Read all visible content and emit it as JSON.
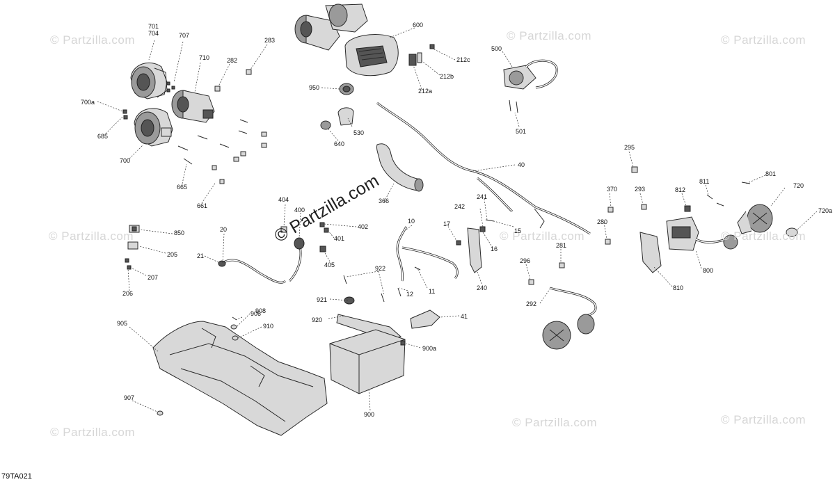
{
  "watermark": {
    "text": "© Partzilla.com",
    "center_text": "© Partzilla.com"
  },
  "drawing_code": "79TA021",
  "labels": {
    "l701": "701",
    "l704": "704",
    "l707": "707",
    "l710": "710",
    "l282": "282",
    "l283": "283",
    "l700a": "700a",
    "l685": "685",
    "l700": "700",
    "l665": "665",
    "l661": "661",
    "l600": "600",
    "l212c": "212c",
    "l212b": "212b",
    "l212a": "212a",
    "l950": "950",
    "l530": "530",
    "l640": "640",
    "l500": "500",
    "l501": "501",
    "l40": "40",
    "l366": "366",
    "l295": "295",
    "l293": "293",
    "l370": "370",
    "l280": "280",
    "l812": "812",
    "l811": "811",
    "l801": "801",
    "l720": "720",
    "l720a": "720a",
    "l800": "800",
    "l810": "810",
    "l850": "850",
    "l205": "205",
    "l207": "207",
    "l206": "206",
    "l20": "20",
    "l21": "21",
    "l404": "404",
    "l400": "400",
    "l402": "402",
    "l401": "401",
    "l405": "405",
    "l10": "10",
    "l17": "17",
    "l241": "241",
    "l242": "242",
    "l15": "15",
    "l16": "16",
    "l240": "240",
    "l281": "281",
    "l296": "296",
    "l292": "292",
    "l922": "922",
    "l12": "12",
    "l11": "11",
    "l921": "921",
    "l920": "920",
    "l41": "41",
    "l900a": "900a",
    "l900": "900",
    "l906": "906",
    "l908": "908",
    "l910": "910",
    "l905": "905",
    "l907": "907"
  }
}
